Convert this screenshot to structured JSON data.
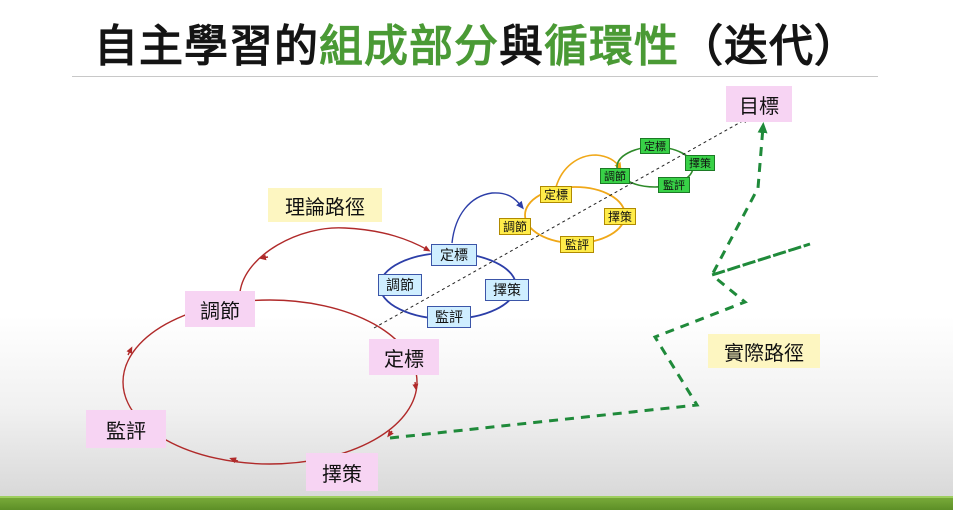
{
  "title": {
    "part1": "自主學習的",
    "part2": "組成部分",
    "part3": "與",
    "part4": "循環性",
    "part5": "（迭代）"
  },
  "colors": {
    "title_dark": "#141414",
    "title_green": "#4a9a35",
    "cycle_large": "#b02a2a",
    "cycle_blue": "#2c3ea8",
    "cycle_yellow": "#f0a818",
    "cycle_green": "#2e8a2a",
    "actual_path": "#1f8a3a",
    "label_pink": "#f7d4f3",
    "label_note": "#fdf6c1"
  },
  "goal": "目標",
  "theory_path_label": "理論路徑",
  "actual_path_label": "實際路徑",
  "cycle_large": {
    "set_goal": "定標",
    "choose_strategy": "擇策",
    "monitor": "監評",
    "adjust": "調節"
  },
  "cycle_blue": {
    "set_goal": "定標",
    "choose_strategy": "擇策",
    "monitor": "監評",
    "adjust": "調節"
  },
  "cycle_yellow": {
    "set_goal": "定標",
    "choose_strategy": "擇策",
    "monitor": "監評",
    "adjust": "調節"
  },
  "cycle_green": {
    "set_goal": "定標",
    "choose_strategy": "擇策",
    "monitor": "監評",
    "adjust": "調節"
  }
}
